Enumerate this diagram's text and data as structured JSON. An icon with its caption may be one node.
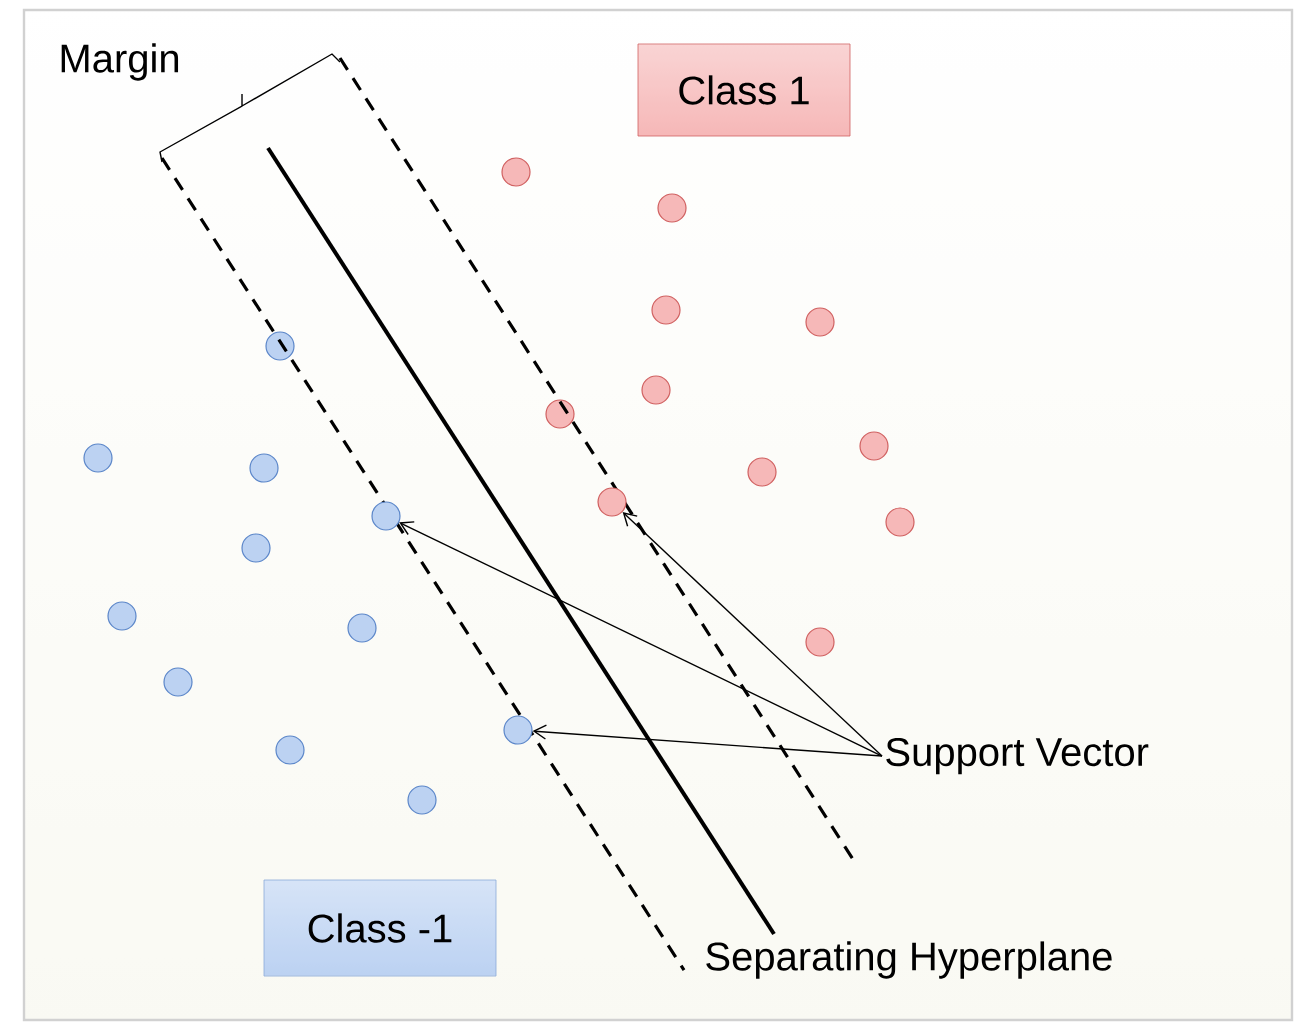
{
  "diagram": {
    "nodes": [
      {
        "text": [
          "Class 1"
        ]
      },
      {
        "text": [],
        "shape": "circle"
      },
      {
        "text": [],
        "shape": "circle"
      },
      {
        "text": [],
        "shape": "circle"
      },
      {
        "text": [
          "Support Vector"
        ]
      },
      {
        "text": [
          "Class -1"
        ]
      }
    ],
    "edges": [
      {
        "from": 4,
        "to": 2,
        "arrow": "to"
      },
      {
        "from": 4,
        "to": 1,
        "arrow": "to"
      },
      {
        "from": 4,
        "to": 3,
        "arrow": "to"
      }
    ],
    "labels": [
      "Margin",
      "Separating Hyperplane"
    ]
  }
}
